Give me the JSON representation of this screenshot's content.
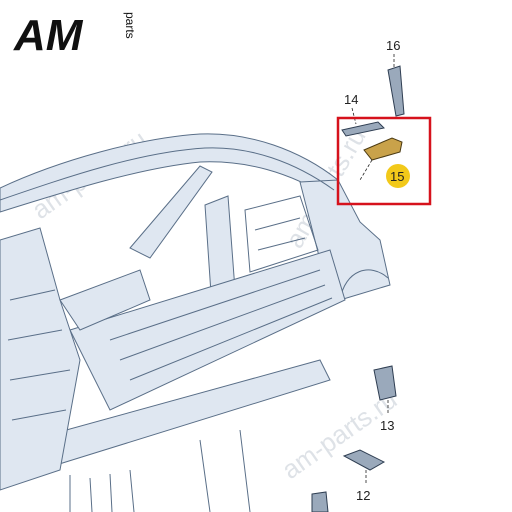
{
  "brand": {
    "logo_text": "AM",
    "logo_sub": "parts"
  },
  "watermarks": [
    "am-parts.ru",
    "am-parts.ru",
    "am-parts.ru",
    "am-parts.ru"
  ],
  "callouts": {
    "part_16": "16",
    "part_14": "14",
    "part_15": "15",
    "part_13": "13",
    "part_12": "12"
  },
  "colors": {
    "highlight_box": "#d6121c",
    "highlight_badge": "#f2c91a",
    "body_line": "#5a6f88",
    "body_fill": "#dfe7f1"
  }
}
